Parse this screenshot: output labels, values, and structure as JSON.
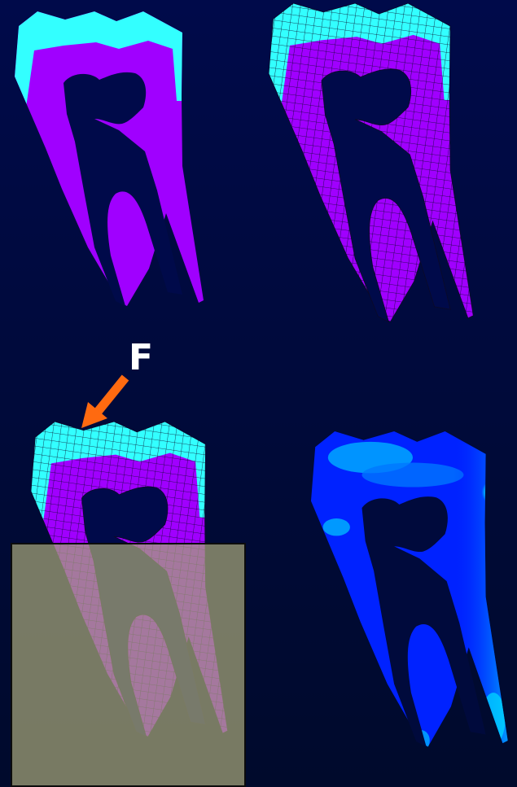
{
  "annotation": {
    "force_label": "F"
  },
  "colors": {
    "background": "#000a3c",
    "enamel": "#33ffff",
    "dentin": "#a000ff",
    "mesh_line": "#0a0a2a",
    "force_arrow": "#ff6a10",
    "overlay_box": "#a6a678",
    "stress_low": "#0022ff",
    "stress_mid": "#00b8ff",
    "stress_high": "#e8ff20"
  },
  "panels": [
    {
      "name": "solid-model"
    },
    {
      "name": "meshed-model"
    },
    {
      "name": "loaded-model"
    },
    {
      "name": "stress-plot"
    }
  ]
}
